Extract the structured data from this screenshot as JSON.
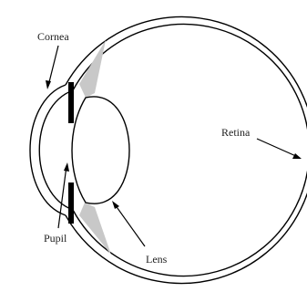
{
  "diagram": {
    "labels": {
      "cornea": "Cornea",
      "retina": "Retina",
      "pupil": "Pupil",
      "lens": "Lens"
    },
    "colors": {
      "line": "#000000",
      "ciliary_shading": "#c8c8c8",
      "background": "#ffffff"
    }
  }
}
